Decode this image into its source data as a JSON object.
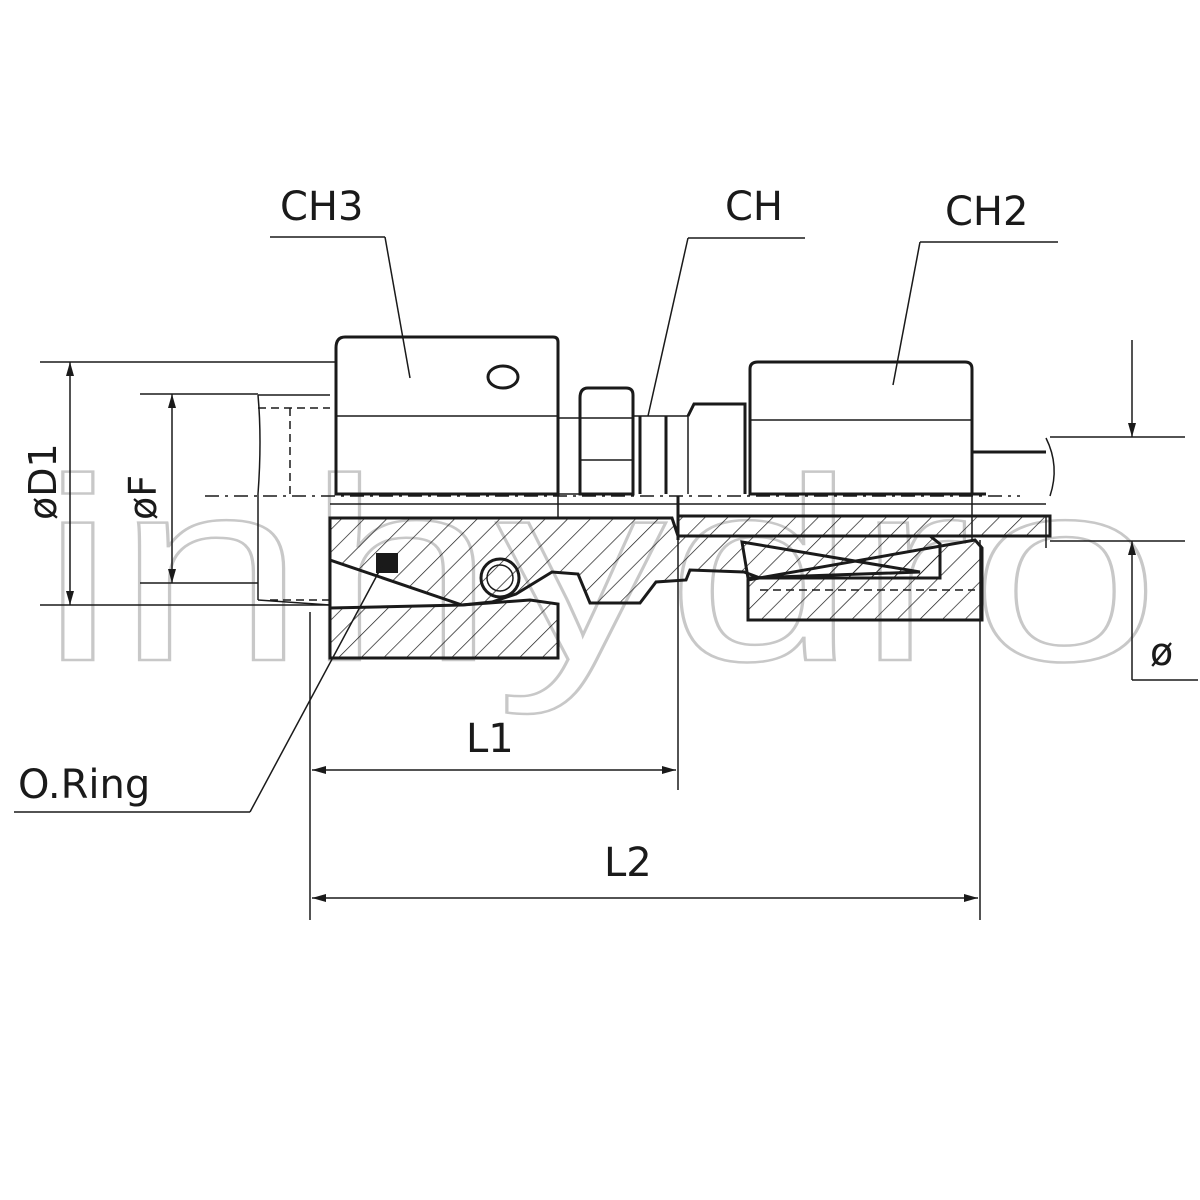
{
  "watermark": "inhydro",
  "callouts": {
    "ch3": "CH3",
    "ch": "CH",
    "ch2": "CH2",
    "oring": "O.Ring"
  },
  "dimensions": {
    "d1": "øD1",
    "f": "øF",
    "d": "ø",
    "l1": "L1",
    "l2": "L2"
  },
  "colors": {
    "line": "#1a1a1a",
    "watermark": "#c8c8c8",
    "background": "#ffffff"
  }
}
